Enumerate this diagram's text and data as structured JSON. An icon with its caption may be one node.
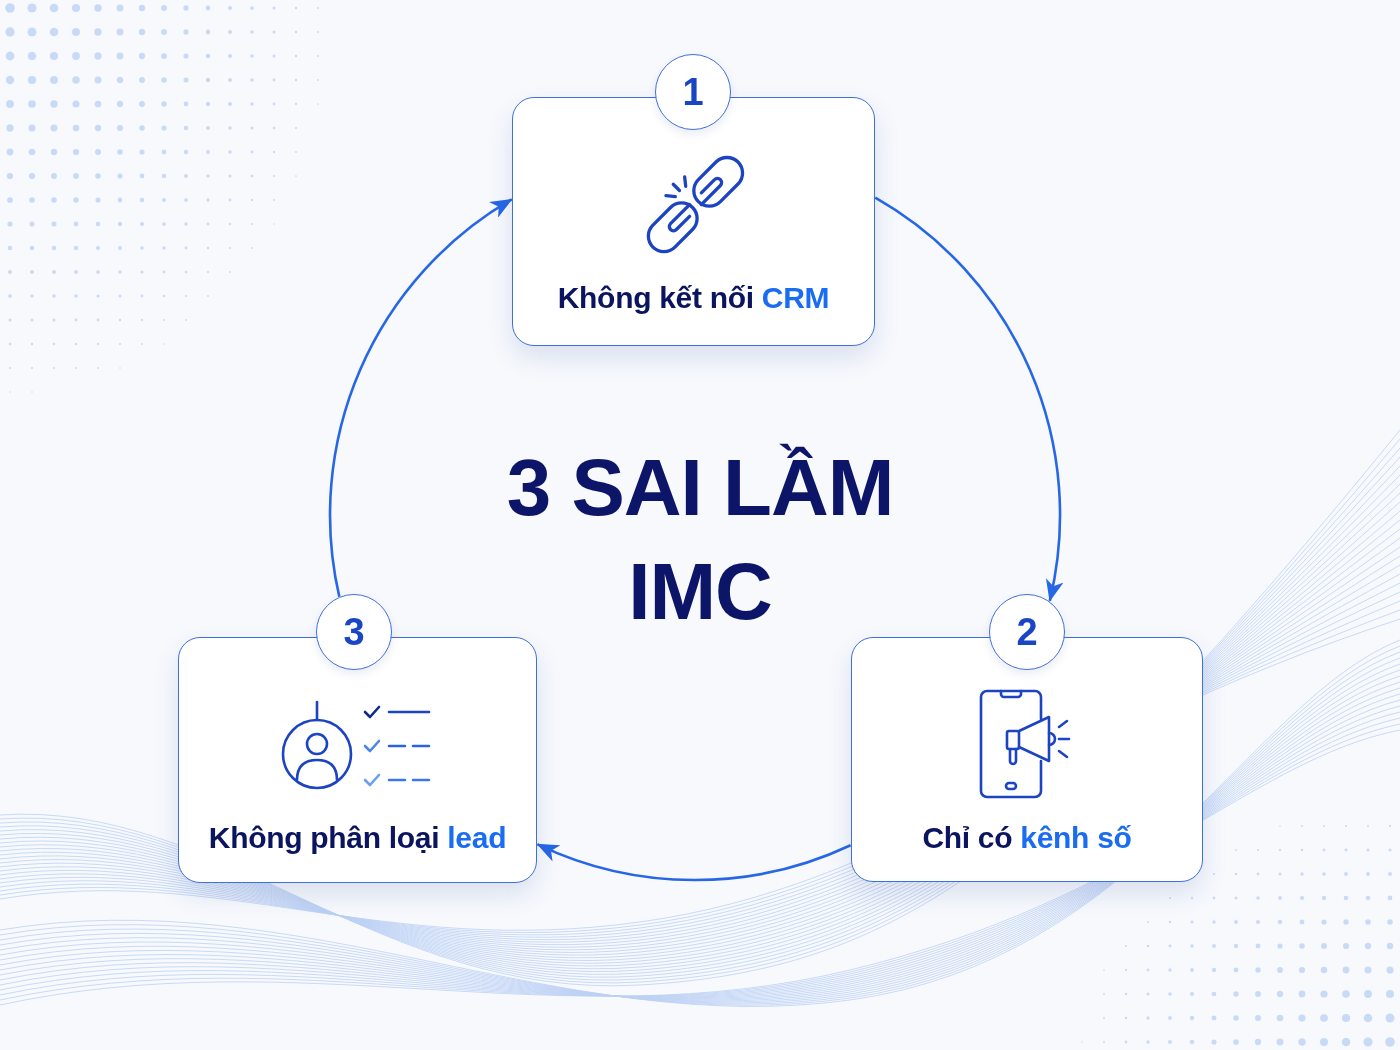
{
  "diagram": {
    "title": "3 SAI LẦM IMC",
    "nodes": [
      {
        "text": [
          "Không kết nối **CRM**"
        ]
      },
      {
        "text": [
          "1"
        ]
      },
      {
        "text": [
          "Chỉ có **kênh số**"
        ]
      },
      {
        "text": [
          "2"
        ]
      },
      {
        "text": [
          "Không phân loại **lead**"
        ]
      },
      {
        "text": [
          "3"
        ]
      }
    ],
    "edges": [
      {
        "from": 0,
        "to": 3,
        "arrow": "to"
      },
      {
        "from": 2,
        "to": 4,
        "arrow": "to"
      },
      {
        "from": 5,
        "to": 0,
        "arrow": "to"
      }
    ]
  }
}
